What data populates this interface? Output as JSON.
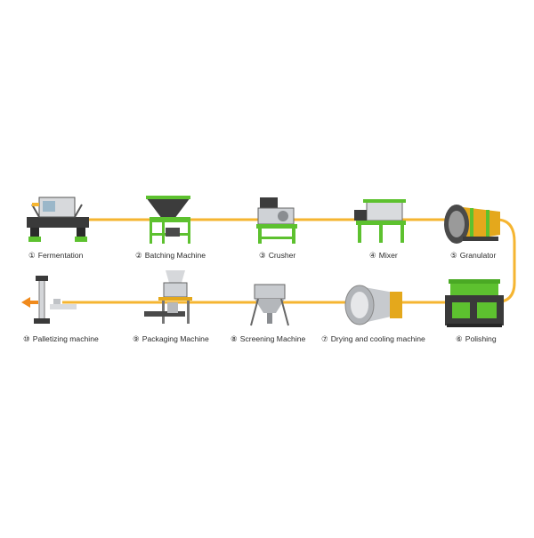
{
  "colors": {
    "flow_line": "#f5b531",
    "machine_green": "#5dc12f",
    "machine_yellow": "#e4a81c",
    "steel": "#b8bcc2",
    "arrow": "#f08a1c"
  },
  "steps": [
    {
      "number": "①",
      "label": "Fermentation"
    },
    {
      "number": "②",
      "label": "Batching Machine"
    },
    {
      "number": "③",
      "label": "Crusher"
    },
    {
      "number": "④",
      "label": "Mixer"
    },
    {
      "number": "⑤",
      "label": "Granulator"
    },
    {
      "number": "⑥",
      "label": "Polishing"
    },
    {
      "number": "⑦",
      "label": "Drying and cooling machine"
    },
    {
      "number": "⑧",
      "label": "Screening Machine"
    },
    {
      "number": "⑨",
      "label": "Packaging Machine"
    },
    {
      "number": "⑩",
      "label": "Palletizing machine"
    }
  ]
}
